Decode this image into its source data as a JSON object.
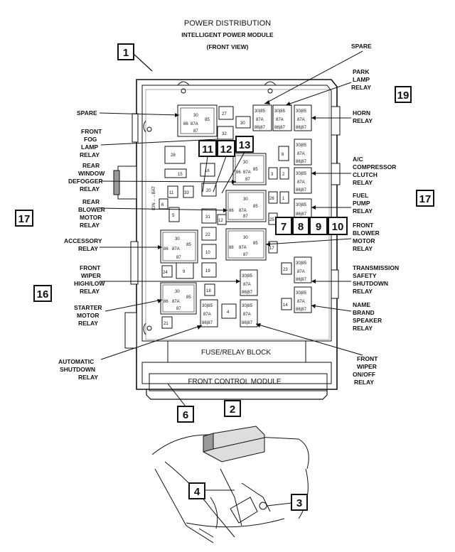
{
  "diagram": {
    "title": "POWER DISTRIBUTION",
    "subtitle": "INTELLIGENT POWER MODULE",
    "view": "(FRONT VIEW)",
    "block_label": "FUSE/RELAY BLOCK",
    "module_label": "FRONT CONTROL MODULE",
    "callouts": {
      "c1": "1",
      "c2": "2",
      "c3": "3",
      "c4": "4",
      "c6": "6",
      "c7": "7",
      "c8": "8",
      "c9": "9",
      "c10": "10",
      "c11": "11",
      "c12": "12",
      "c13": "13",
      "c16": "16",
      "c17_left": "17",
      "c17_right": "17",
      "c19": "19"
    },
    "labels_left": {
      "spare": [
        "SPARE"
      ],
      "front_fog": [
        "FRONT",
        "FOG",
        "LAMP",
        "RELAY"
      ],
      "rear_window": [
        "REAR",
        "WINDOW",
        "DEFOGGER",
        "RELAY"
      ],
      "rear_blower": [
        "REAR",
        "BLOWER",
        "MOTOR",
        "RELAY"
      ],
      "accessory": [
        "ACCESSORY",
        "RELAY"
      ],
      "front_wiper_hl": [
        "FRONT",
        "WIPER",
        "HIGH/LOW",
        "RELAY"
      ],
      "starter": [
        "STARTER",
        "MOTOR",
        "RELAY"
      ],
      "asd": [
        "AUTOMATIC",
        "SHUTDOWN",
        "RELAY"
      ]
    },
    "labels_right": {
      "spare": [
        "SPARE"
      ],
      "park_lamp": [
        "PARK",
        "LAMP",
        "RELAY"
      ],
      "horn": [
        "HORN",
        "RELAY"
      ],
      "ac": [
        "A/C",
        "COMPRESSOR",
        "CLUTCH",
        "RELAY"
      ],
      "fuel": [
        "FUEL",
        "PUMP",
        "RELAY"
      ],
      "front_blower": [
        "FRONT",
        "BLOWER",
        "MOTOR",
        "RELAY"
      ],
      "trans": [
        "TRANSMISSION",
        "SAFETY",
        "SHUTDOWN",
        "RELAY"
      ],
      "name_brand": [
        "NAME",
        "BRAND",
        "SPEAKER",
        "RELAY"
      ],
      "wiper_onoff": [
        "FRONT",
        "WIPER",
        "ON/OFF",
        "RELAY"
      ]
    },
    "fuse_numbers": [
      "27",
      "32",
      "28",
      "15",
      "16",
      "20",
      "11",
      "33",
      "6",
      "5",
      "31",
      "22",
      "10",
      "19",
      "12",
      "24",
      "9",
      "18",
      "4",
      "21",
      "30",
      "8",
      "3",
      "2",
      "26",
      "1",
      "25",
      "17",
      "23",
      "14"
    ],
    "ign_label": "IGN→→BAT",
    "pins": [
      "30",
      "85",
      "86",
      "87A",
      "87"
    ]
  }
}
